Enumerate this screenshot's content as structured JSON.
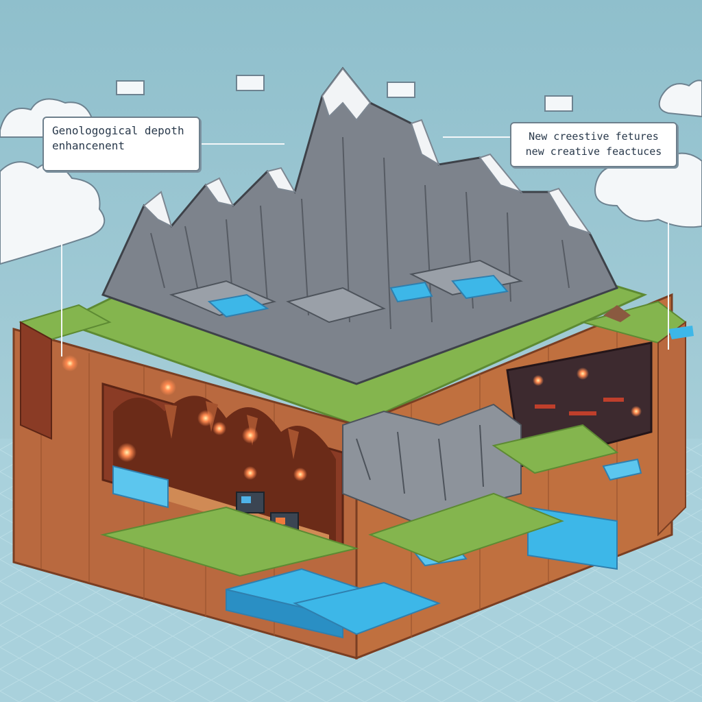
{
  "scene": {
    "sky_color": "#9cc7d3",
    "ground_color": "#a9d1dc",
    "rock_color": "#8a8f97",
    "snow_color": "#f2f4f6",
    "grass_color": "#7fb24a",
    "dirt_color": "#b5643c",
    "water_color": "#3db7e8",
    "lava_glow_color": "#ff7a4a"
  },
  "callouts": {
    "left": {
      "line1": "Genologogical depoth",
      "line2": "enhancenent"
    },
    "right": {
      "line1": "New creestive fetures",
      "line2": "new creative feactuces"
    }
  }
}
